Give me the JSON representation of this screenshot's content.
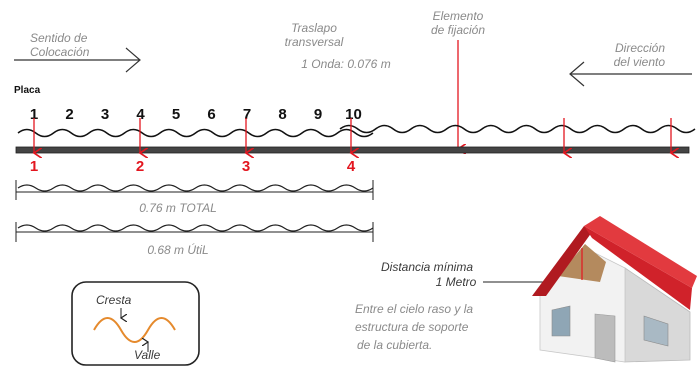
{
  "colocacion": {
    "line1": "Sentido de",
    "line2": "Colocación"
  },
  "traslapo": {
    "line1": "Traslapo",
    "line2": "transversal",
    "line3": "1 Onda: 0.076 m"
  },
  "elemento": {
    "line1": "Elemento",
    "line2": "de fijación"
  },
  "viento": {
    "line1": "Dirección",
    "line2": "del viento"
  },
  "placa_label": "Placa",
  "wave_numbers": [
    "1",
    "2",
    "3",
    "4",
    "5",
    "6",
    "7",
    "8",
    "9",
    "10"
  ],
  "fix_numbers": [
    "1",
    "2",
    "3",
    "4"
  ],
  "total_label": "0.76 m TOTAL",
  "util_label": "0.68 m  ÚtiL",
  "cresta": "Cresta",
  "valle": "Valle",
  "distancia": {
    "line1": "Distancia mínima",
    "line2": "1 Metro"
  },
  "entre": {
    "line1": "Entre el cielo raso y la",
    "line2": "estructura de soporte",
    "line3": "de la cubierta."
  },
  "colors": {
    "accent_red": "#e3161f",
    "roof_red": "#d0222a",
    "wave_orange": "#e58a2d",
    "gray_text": "#8a8a8a"
  }
}
